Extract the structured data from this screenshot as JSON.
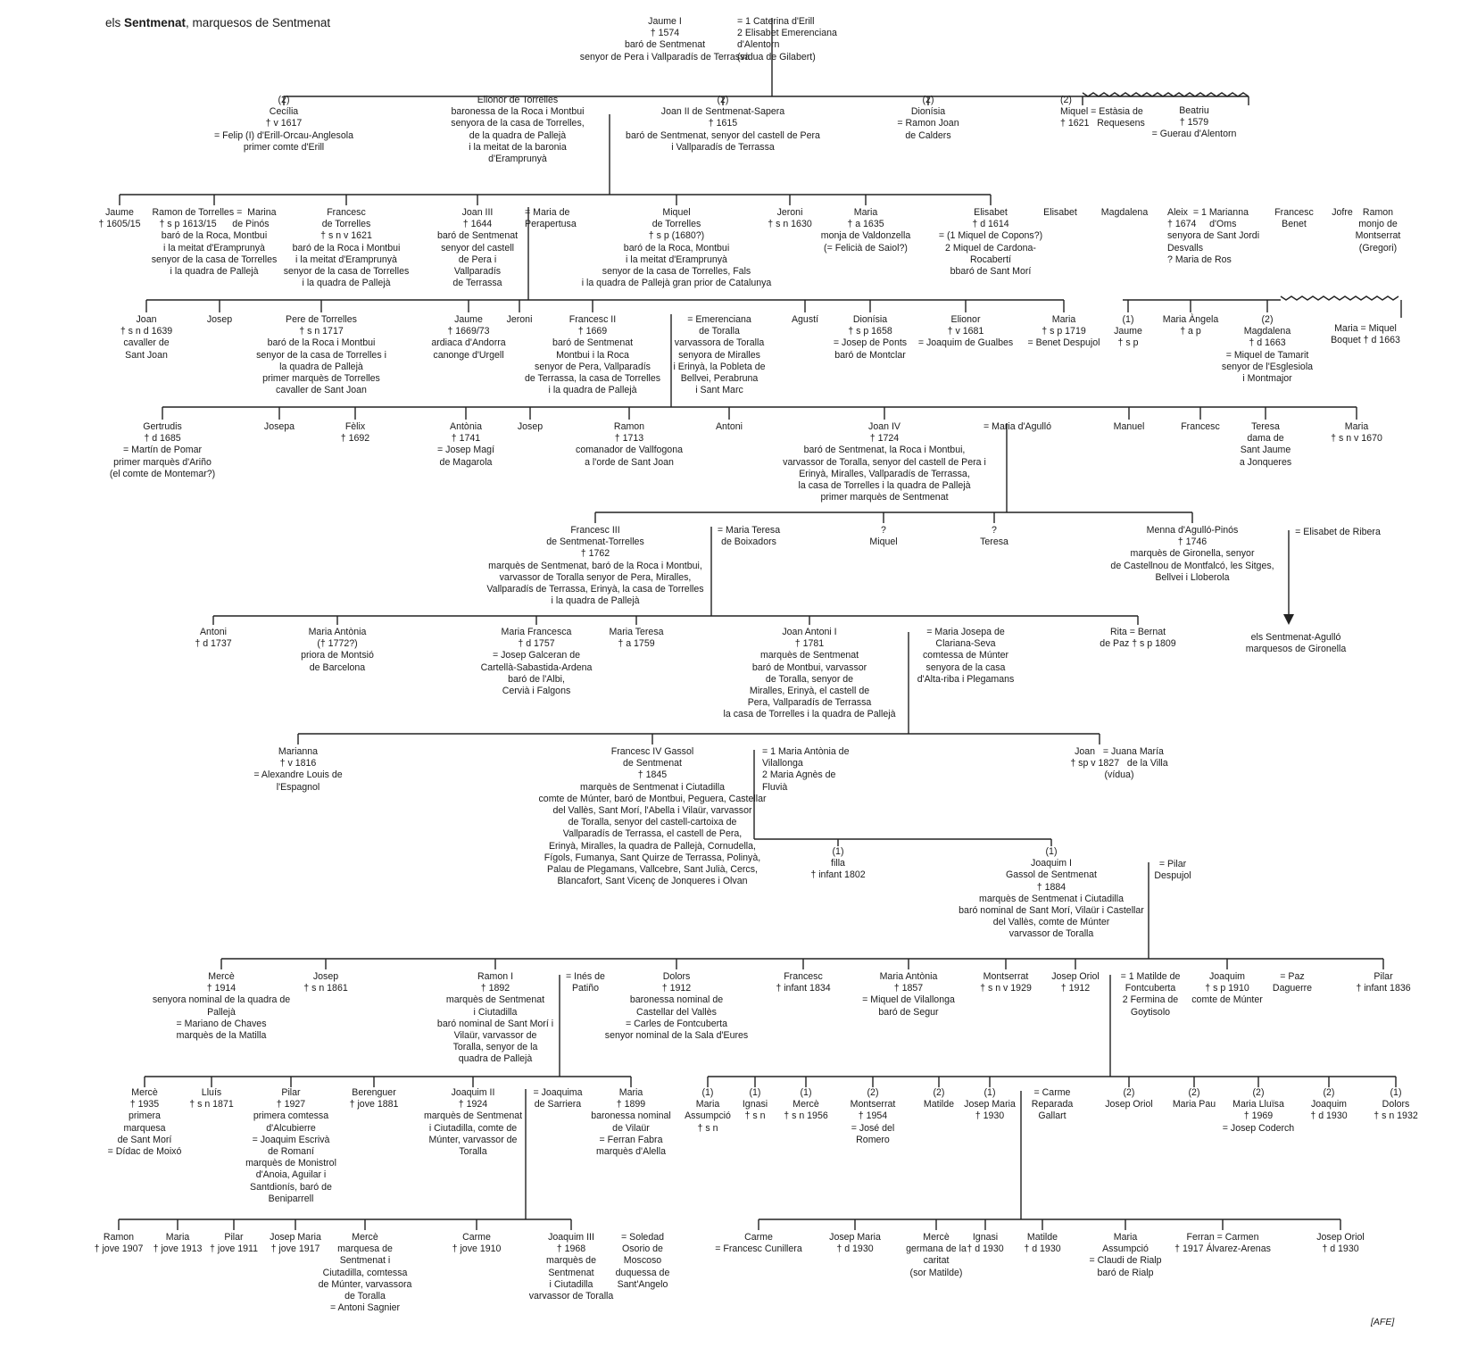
{
  "title": {
    "prefix": "els ",
    "family": "Sentmenat",
    "suffix": ", marquesos de Sentmenat"
  },
  "credit": "[AFE]",
  "nodes": [
    {
      "text": "Jaume I\n† 1574\nbaró de Sentmenat\nsenyor de Pera i Vallparadís de Terrassa"
    },
    {
      "text": "= 1 Caterina d'Erill\n2 Elisabet Emerenciana\nd'Alentorn\n(vídua de Gilabert)"
    },
    {
      "text": "(2)\nCecília\n† v 1617\n= Felip (I) d'Erill-Orcau-Anglesola\nprimer comte d'Erill"
    },
    {
      "text": "Elionor de Torrelles\nbaronessa de la Roca i Montbui\nsenyora de la casa de Torrelles,\nde la quadra de Pallejà\ni la meitat de la baronia\nd'Eramprunyà"
    },
    {
      "text": "(2)\nJoan II de Sentmenat-Sapera\n† 1615\nbaró de Sentmenat, senyor del castell de Pera\ni Vallparadís de Terrassa"
    },
    {
      "text": "(2)\nDionísia\n= Ramon Joan\nde Calders"
    },
    {
      "text": "(2)\nMiquel = Estàsia de\n† 1621   Requesens"
    },
    {
      "text": "Beatriu\n† 1579\n= Guerau d'Alentorn"
    },
    {
      "text": "Jaume\n† 1605/15"
    },
    {
      "text": "Ramon de Torrelles =  Marina\n† s p 1613/15      de Pinós\nbaró de la Roca, Montbui\ni la meitat d'Eramprunyà\nsenyor de la casa de Torrelles\ni la quadra de Pallejà"
    },
    {
      "text": "Francesc\nde Torrelles\n† s n v 1621\nbaró de la Roca i Montbui\ni la meitat d'Eramprunyà\nsenyor de la casa de Torrelles\ni la quadra de Pallejà"
    },
    {
      "text": "Joan III\n† 1644\nbaró de Sentmenat\nsenyor del castell\nde Pera i\nVallparadís\nde Terrassa"
    },
    {
      "text": "= Maria de\nPerapertusa"
    },
    {
      "text": "Miquel\nde Torrelles\n† s p (1680?)\nbaró de la Roca, Montbui\ni la meitat d'Eramprunyà\nsenyor de la casa de Torrelles, Fals\ni la quadra de Pallejà gran prior de Catalunya"
    },
    {
      "text": "Jeroni\n† s n 1630"
    },
    {
      "text": "Maria\n† a 1635\nmonja de Valdonzella\n(= Felicià de Saiol?)"
    },
    {
      "text": "Elisabet\n† d 1614\n= (1 Miquel de Copons?)\n2 Miquel de Cardona-\nRocabertí\nbbaró de Sant Morí"
    },
    {
      "text": "Elisabet"
    },
    {
      "text": "Magdalena"
    },
    {
      "text": "Aleix  = 1 Marianna\n† 1674     d'Oms\nsenyora de Sant Jordi\nDesvalls\n? Maria de Ros"
    },
    {
      "text": "Francesc\nBenet"
    },
    {
      "text": "Jofre"
    },
    {
      "text": "Ramon\nmonjo de\nMontserrat\n(Gregori)"
    },
    {
      "text": "Joan\n† s n d 1639\ncavaller de\nSant Joan"
    },
    {
      "text": "Josep"
    },
    {
      "text": "Pere de Torrelles\n† s n 1717\nbaró de la Roca i Montbui\nsenyor de la casa de Torrelles i\nla quadra de Pallejà\nprimer marquès de Torrelles\ncavaller de Sant Joan"
    },
    {
      "text": "Jaume\n† 1669/73\nardiaca d'Andorra\ncanonge d'Urgell"
    },
    {
      "text": "Jeroni"
    },
    {
      "text": "Francesc II\n† 1669\nbaró de Sentmenat\nMontbui i la Roca\nsenyor de Pera, Vallparadís\nde Terrassa, la casa de Torrelles\ni la quadra de Pallejà"
    },
    {
      "text": "= Emerenciana\nde Toralla\nvarvassora de Toralla\nsenyora de Miralles\ni Erinyà, la Pobleta de\nBellvei, Perabruna\ni Sant Marc"
    },
    {
      "text": "Agustí"
    },
    {
      "text": "Dionísia\n† s p 1658\n= Josep de Ponts\nbaró de Montclar"
    },
    {
      "text": "Elionor\n† v 1681\n= Joaquim de Gualbes"
    },
    {
      "text": "Maria\n† s p 1719\n= Benet Despujol"
    },
    {
      "text": "(1)\nJaume\n† s p"
    },
    {
      "text": "Maria Àngela\n† a p"
    },
    {
      "text": "(2)\nMagdalena\n† d 1663\n= Miquel de Tamarit\nsenyor de l'Esglesiola\ni Montmajor"
    },
    {
      "text": "Maria = Miquel\nBoquet † d 1663"
    },
    {
      "text": "Gertrudis\n† d 1685\n= Martín de Pomar\nprimer marquès d'Ariño\n(el comte de Montemar?)"
    },
    {
      "text": "Josepa"
    },
    {
      "text": "Fèlix\n† 1692"
    },
    {
      "text": "Antònia\n† 1741\n= Josep Magí\nde Magarola"
    },
    {
      "text": "Josep"
    },
    {
      "text": "Ramon\n† 1713\ncomanador de Vallfogona\na l'orde de Sant Joan"
    },
    {
      "text": "Antoni"
    },
    {
      "text": "Joan IV\n† 1724\nbaró de Sentmenat, la Roca i Montbui,\nvarvassor de Toralla, senyor del castell de Pera i\nErinyà, Miralles, Vallparadís de Terrassa,\nla casa de Torrelles i la quadra de Pallejà\nprimer marquès de Sentmenat"
    },
    {
      "text": "= Maria d'Agulló"
    },
    {
      "text": "Manuel"
    },
    {
      "text": "Francesc"
    },
    {
      "text": "Teresa\ndama de\nSant Jaume\na Jonqueres"
    },
    {
      "text": "Maria\n† s n v 1670"
    },
    {
      "text": "Francesc III\nde Sentmenat-Torrelles\n† 1762\nmarquès de Sentmenat, baró de la Roca i Montbui,\nvarvassor de Toralla senyor de Pera, Miralles,\nVallparadís de Terrassa, Erinyà, la casa de Torrelles\ni la quadra de Pallejà"
    },
    {
      "text": "= Maria Teresa\nde Boixadors"
    },
    {
      "text": "?\nMiquel"
    },
    {
      "text": "?\nTeresa"
    },
    {
      "text": "Menna d'Agulló-Pinós\n† 1746\nmarquès de Gironella, senyor\nde Castellnou de Montfalcó, les Sitges,\nBellvei i Lloberola"
    },
    {
      "text": "= Elisabet de Ribera"
    },
    {
      "text": "els Sentmenat-Agulló\nmarquesos de Gironella"
    },
    {
      "text": "Antoni\n† d 1737"
    },
    {
      "text": "Maria Antònia\n(† 1772?)\npriora de Montsió\nde Barcelona"
    },
    {
      "text": "Maria Francesca\n† d 1757\n= Josep Galceran de\nCartellà-Sabastida-Ardena\nbaró de l'Albi,\nCervià i Falgons"
    },
    {
      "text": "Maria Teresa\n† a 1759"
    },
    {
      "text": "Joan Antoni I\n† 1781\nmarquès de Sentmenat\nbaró de Montbui, varvassor\nde Toralla, senyor de\nMiralles, Erinyà, el castell de\nPera, Vallparadís de Terrassa\nla casa de Torrelles i la quadra de Pallejà"
    },
    {
      "text": "= Maria Josepa de\nClariana-Seva\ncomtessa de Múnter\nsenyora de la casa\nd'Alta-riba i Plegamans"
    },
    {
      "text": "Rita = Bernat\nde Paz † s p 1809"
    },
    {
      "text": "Marianna\n† v 1816\n= Alexandre Louis de\nl'Espagnol"
    },
    {
      "text": "Francesc IV Gassol\nde Sentmenat\n† 1845\nmarquès de Sentmenat i Ciutadilla\ncomte de Múnter, baró de Montbui, Peguera, Castellar\ndel Vallès, Sant Morí, l'Abella i Vilaür, varvassor\nde Toralla, senyor del castell-cartoixa de\nVallparadís de Terrassa, el castell de Pera,\nErinyà, Miralles, la quadra de Pallejà, Cornudella,\nFígols, Fumanya, Sant Quirze de Terrassa, Polinyà,\nPalau de Plegamans, Vallcebre, Sant Julià, Cercs,\nBlancafort, Sant Vicenç de Jonqueres i Olvan"
    },
    {
      "text": "= 1 Maria Antònia de\nVilallonga\n2 Maria Agnès de\nFluvià"
    },
    {
      "text": "Joan   = Juana María\n† sp v 1827   de la Villa\n(vídua)"
    },
    {
      "text": "(1)\nfilla\n† infant 1802"
    },
    {
      "text": "(1)\nJoaquim I\nGassol de Sentmenat\n† 1884\nmarquès de Sentmenat i Ciutadilla\nbaró nominal de Sant Morí, Vilaür i Castellar\ndel Vallès, comte de Múnter\nvarvassor de Toralla"
    },
    {
      "text": "= Pilar\nDespujol"
    },
    {
      "text": "Mercè\n† 1914\nsenyora nominal de la quadra de\nPallejà\n= Mariano de Chaves\nmarquès de la Matilla"
    },
    {
      "text": "Josep\n† s n 1861"
    },
    {
      "text": "Ramon I\n† 1892\nmarquès de Sentmenat\ni Ciutadilla\nbaró nominal de Sant Morí i\nVilaür, varvassor de\nToralla, senyor de la\nquadra de Pallejà"
    },
    {
      "text": "= Inés de\nPatiño"
    },
    {
      "text": "Dolors\n† 1912\nbaronessa nominal de\nCastellar del Vallès\n= Carles de Fontcuberta\nsenyor nominal de la Sala d'Eures"
    },
    {
      "text": "Francesc\n† infant 1834"
    },
    {
      "text": "Maria Antònia\n† 1857\n= Miquel de Vilallonga\nbaró de Segur"
    },
    {
      "text": "Montserrat\n† s n v 1929"
    },
    {
      "text": "Josep Oriol\n† 1912"
    },
    {
      "text": "= 1 Matilde de\nFontcuberta\n2 Fermina de\nGoytisolo"
    },
    {
      "text": "Joaquim\n† s p 1910\ncomte de Múnter"
    },
    {
      "text": "= Paz\nDaguerre"
    },
    {
      "text": "Pilar\n† infant 1836"
    },
    {
      "text": "Mercè\n† 1935\nprimera\nmarquesa\nde Sant Morí\n= Dídac de Moixó"
    },
    {
      "text": "Lluís\n† s n 1871"
    },
    {
      "text": "Pilar\n† 1927\nprimera comtessa\nd'Alcubierre\n= Joaquim Escrivà\nde Romaní\nmarquès de Monistrol\nd'Anoia, Aguilar i\nSantdionís, baró de\nBeniparrell"
    },
    {
      "text": "Berenguer\n† jove 1881"
    },
    {
      "text": "Joaquim II\n† 1924\nmarquès de Sentmenat\ni Ciutadilla, comte de\nMúnter, varvassor de\nToralla"
    },
    {
      "text": "= Joaquima\nde Sarriera"
    },
    {
      "text": "Maria\n† 1899\nbaronessa nominal\nde Vilaür\n= Ferran Fabra\nmarquès d'Alella"
    },
    {
      "text": "(1)\nMaria\nAssumpció\n† s n"
    },
    {
      "text": "(1)\nIgnasi\n† s n"
    },
    {
      "text": "(1)\nMercè\n† s n 1956"
    },
    {
      "text": "(2)\nMontserrat\n† 1954\n= José del\nRomero"
    },
    {
      "text": "(2)\nMatilde"
    },
    {
      "text": "(1)\nJosep Maria\n† 1930"
    },
    {
      "text": "= Carme\nReparada\nGallart"
    },
    {
      "text": "(2)\nJosep Oriol"
    },
    {
      "text": "(2)\nMaria Pau"
    },
    {
      "text": "(2)\nMaria Lluïsa\n† 1969\n= Josep Coderch"
    },
    {
      "text": "(2)\nJoaquim\n† d 1930"
    },
    {
      "text": "(1)\nDolors\n† s n 1932"
    },
    {
      "text": "Ramon\n† jove 1907"
    },
    {
      "text": "Maria\n† jove 1913"
    },
    {
      "text": "Pilar\n† jove 1911"
    },
    {
      "text": "Josep Maria\n† jove 1917"
    },
    {
      "text": "Mercè\nmarquesa de\nSentmenat i\nCiutadilla, comtessa\nde Múnter, varvassora\nde Toralla\n= Antoni Sagnier"
    },
    {
      "text": "Carme\n† jove 1910"
    },
    {
      "text": "Joaquim III\n† 1968\nmarquès de\nSentmenat\ni Ciutadilla\nvarvassor de Toralla"
    },
    {
      "text": "= Soledad\nOsorio de\nMoscoso\nduquessa de\nSant'Angelo"
    },
    {
      "text": "Carme\n= Francesc Cunillera"
    },
    {
      "text": "Josep Maria\n† d 1930"
    },
    {
      "text": "Mercè\ngermana de la\ncaritat\n(sor Matilde)"
    },
    {
      "text": "Ignasi\n† d 1930"
    },
    {
      "text": "Matilde\n† d 1930"
    },
    {
      "text": "Maria\nAssumpció\n= Claudi de Rialp\nbaró de Rialp"
    },
    {
      "text": "Ferran = Carmen\n† 1917 Álvarez-Arenas"
    },
    {
      "text": "Josep Oriol\n† d 1930"
    }
  ]
}
